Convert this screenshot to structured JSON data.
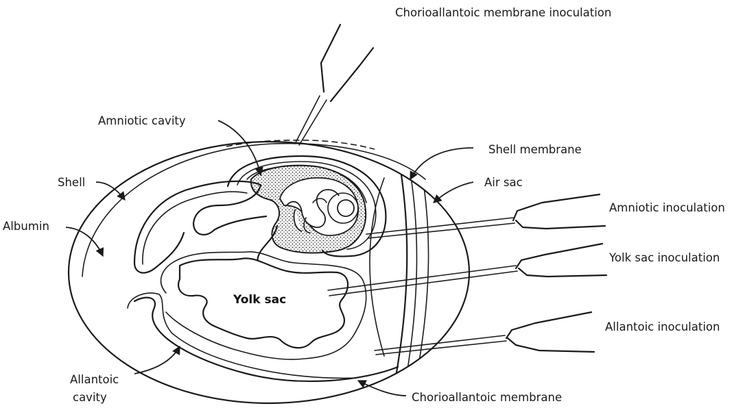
{
  "labels": {
    "cam_inoculation": "Chorioallantoic membrane inoculation",
    "amniotic_cavity": "Amniotic cavity",
    "shell_membrane": "Shell membrane",
    "shell": "Shell",
    "air_sac": "Air sac",
    "albumin": "Albumin",
    "amniotic_inoculation": "Amniotic inoculation",
    "yolk_sac_inoculation": "Yolk sac inoculation",
    "yolk_sac": "Yolk sac",
    "allantoic_inoculation": "Allantoic inoculation",
    "allantoic_cavity_line1": "Allantoic",
    "allantoic_cavity_line2": "cavity",
    "chorioallantoic_membrane": "Chorioallantoic membrane"
  }
}
